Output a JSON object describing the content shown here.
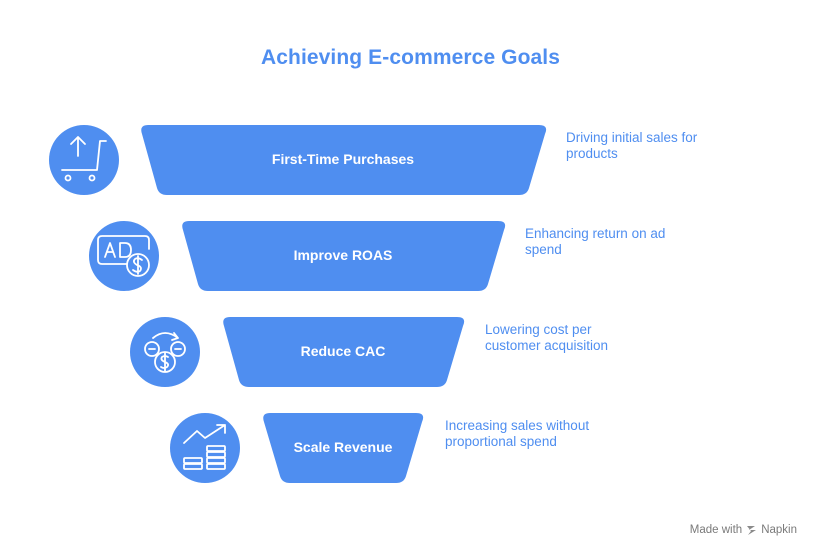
{
  "title": "Achieving E-commerce Goals",
  "accent_color": "#4f8ef0",
  "stages": [
    {
      "label": "First-Time Purchases",
      "description": "Driving initial sales for products",
      "icon": "cart-upload-icon"
    },
    {
      "label": "Improve ROAS",
      "description": "Enhancing return on ad spend",
      "icon": "ad-dollar-icon"
    },
    {
      "label": "Reduce CAC",
      "description": "Lowering cost per customer acquisition",
      "icon": "coins-cycle-icon"
    },
    {
      "label": "Scale Revenue",
      "description": "Increasing sales without proportional spend",
      "icon": "growth-chart-icon"
    }
  ],
  "footer": {
    "text": "Made with",
    "brand": "Napkin"
  }
}
